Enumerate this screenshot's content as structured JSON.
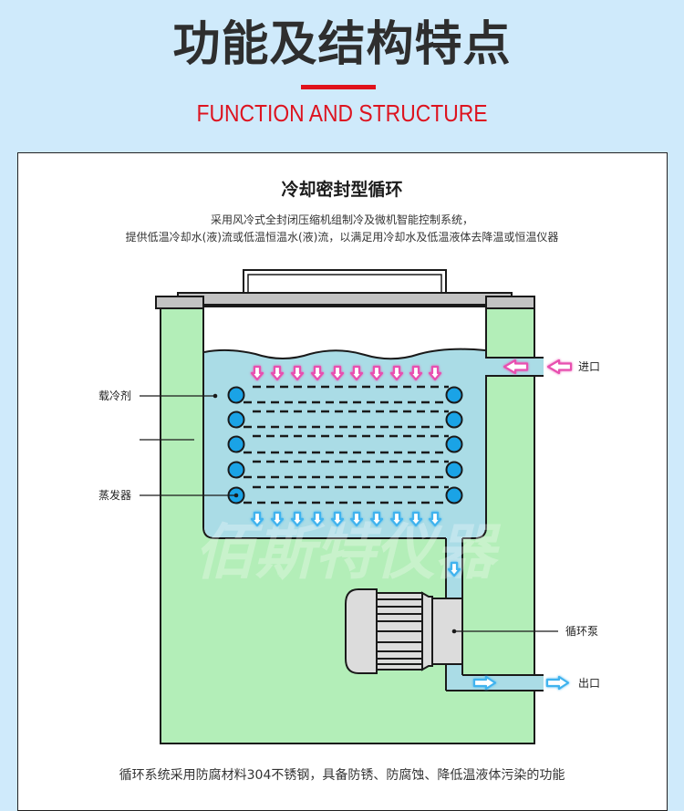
{
  "header": {
    "title": "功能及结构特点",
    "subtitle_en": "FUNCTION AND STRUCTURE",
    "accent_color": "#e0121b"
  },
  "panel": {
    "title": "冷却密封型循环",
    "description_lines": [
      "采用风冷式全封闭压缩机组制冷及微机智能控制系统，",
      "提供低温冷却水(液)流或低温恒温水(液)流，以满足用冷却水及低温液体去降温或恒温仪器"
    ],
    "footer_note": "循环系统采用防腐材料304不锈钢，具备防锈、防腐蚀、降低温液体污染的功能"
  },
  "diagram": {
    "labels": {
      "coolant": "载冷剂",
      "evaporator": "蒸发器",
      "inlet": "进口",
      "pump": "循环泵",
      "outlet": "出口"
    },
    "watermark": "佰斯特仪器",
    "colors": {
      "body_green": "#b3eeb8",
      "liquid_blue": "#aadce6",
      "coil_blue": "#1aa3e6",
      "lid_gray": "#c3c3c3",
      "pump_gray": "#dcdcdc",
      "inflow_arrow": "#e84fb0",
      "outflow_arrow": "#3fb3ee"
    }
  }
}
